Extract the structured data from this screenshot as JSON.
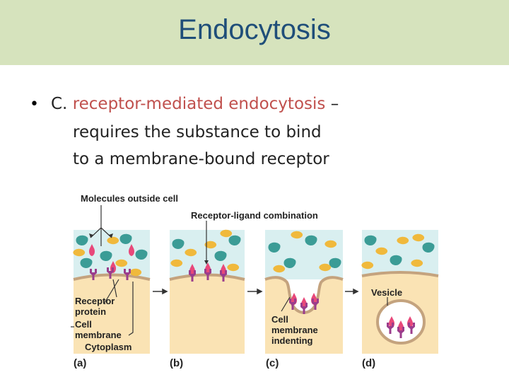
{
  "header": {
    "title": "Endocytosis"
  },
  "bullet": {
    "marker": "•",
    "prefix": "C.",
    "term": "receptor-mediated endocytosis",
    "dash": "–",
    "line2": "requires the substance to bind",
    "line3": "to a membrane-bound receptor"
  },
  "diagram": {
    "labels": {
      "molecules_outside": "Molecules outside cell",
      "receptor_ligand": "Receptor-ligand combination",
      "vesicle": "Vesicle",
      "receptor_protein_1": "Receptor",
      "receptor_protein_2": "protein",
      "cell_membrane_1": "Cell",
      "cell_membrane_2": "membrane",
      "cytoplasm": "Cytoplasm",
      "indent_1": "Cell",
      "indent_2": "membrane",
      "indent_3": "indenting"
    },
    "panels": [
      "(a)",
      "(b)",
      "(c)",
      "(d)"
    ],
    "colors": {
      "extracellular": "#d9eff0",
      "cytoplasm": "#fae3b4",
      "membrane": "#c4a37e",
      "receptor": "#9b3d8c",
      "ligand": "#e8487a",
      "molecule_teal": "#3b9c96",
      "molecule_yellow": "#f0b93c"
    }
  }
}
